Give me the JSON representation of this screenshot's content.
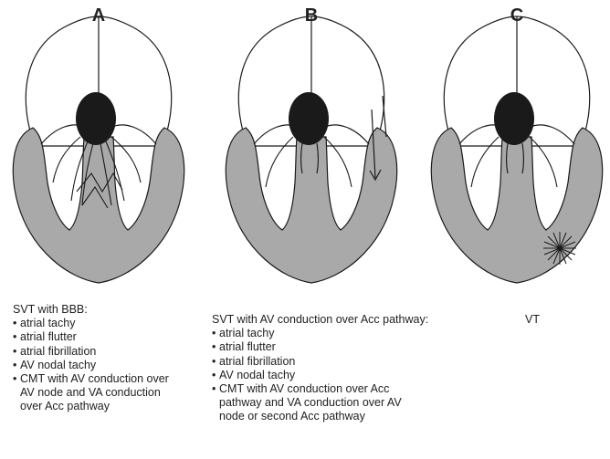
{
  "panels": [
    {
      "letter": "A",
      "caption_title": "SVT with BBB:",
      "items": [
        "atrial tachy",
        "atrial flutter",
        "atrial fibrillation",
        "AV nodal tachy",
        "CMT with AV conduction over AV node and VA conduction over Acc pathway"
      ]
    },
    {
      "letter": "B",
      "caption_title": "SVT with AV conduction over Acc pathway:",
      "items": [
        "atrial tachy",
        "atrial flutter",
        "atrial fibrillation",
        "AV nodal tachy",
        "CMT with AV conduction over Acc pathway and VA conduction over AV node or second Acc pathway"
      ]
    },
    {
      "letter": "C",
      "caption_title": "VT",
      "items": []
    }
  ],
  "colors": {
    "ventricle_fill": "#a9a9a9",
    "node_fill": "#1a1a1a",
    "stroke": "#1a1a1a"
  }
}
